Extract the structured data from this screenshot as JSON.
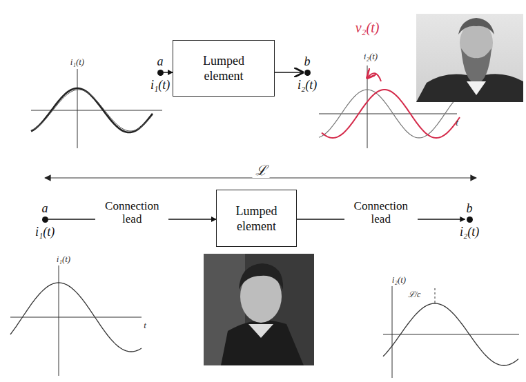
{
  "diagram": {
    "nodes": [
      {
        "text": [
          "a",
          "i₁(t)"
        ]
      },
      {
        "text": [
          "Lumped element"
        ]
      },
      {
        "text": [
          "b",
          "i₂(t)"
        ]
      },
      {
        "text": [
          "a",
          "i₁(t)"
        ]
      },
      {
        "text": [
          "Lumped element"
        ]
      },
      {
        "text": [
          "b",
          "i₂(t)"
        ]
      }
    ],
    "edges": [
      {
        "from": 0,
        "to": 1,
        "arrow": "to"
      },
      {
        "from": 1,
        "to": 2,
        "arrow": "to"
      },
      {
        "from": 3,
        "to": 4,
        "arrow": "to",
        "label": "Connection lead"
      },
      {
        "from": 4,
        "to": 5,
        "arrow": "to",
        "label": "Connection lead"
      }
    ],
    "labels": [
      "i₁(t)",
      "v₂(t)",
      "i₂(t)",
      "t",
      "ℒ",
      "i₁(t)",
      "t",
      "ℒ/c",
      "i₂(t)"
    ]
  }
}
